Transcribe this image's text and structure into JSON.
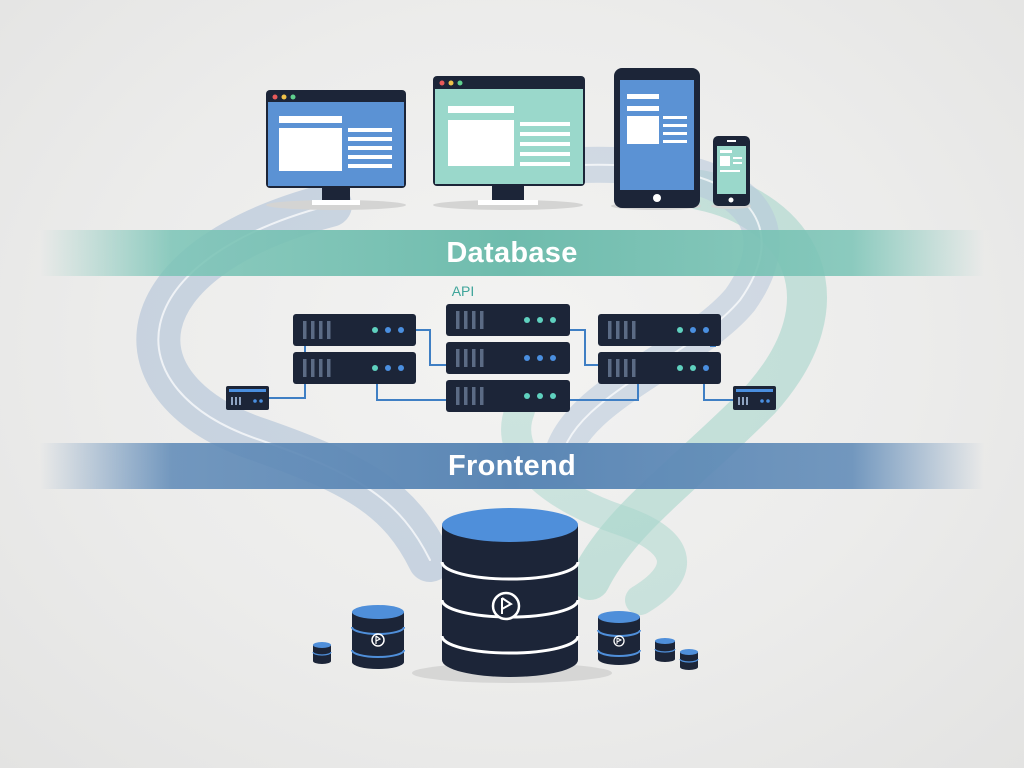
{
  "bands": {
    "top_label": "Database",
    "bottom_label": "Frontend"
  },
  "api_label": "API",
  "colors": {
    "background": "#ececeb",
    "band_top": "#6fbcad",
    "band_bottom": "#5b87b5",
    "dark_navy": "#1c2538",
    "blue_screen": "#5b92d4",
    "teal_screen": "#9ad8cb",
    "accent_blue": "#4a8fe0",
    "accent_teal": "#5fd1bf",
    "connector": "#3f7fc4",
    "flow_blue": "#a9bed6",
    "flow_teal": "#a6d6cc"
  },
  "icons": {
    "devices": [
      "desktop-monitor-icon",
      "desktop-monitor-icon",
      "tablet-icon",
      "smartphone-icon"
    ],
    "servers": [
      "server-rack-icon",
      "server-rack-icon",
      "server-rack-icon",
      "small-server-icon",
      "small-server-icon"
    ],
    "storage": [
      "database-cylinder-icon",
      "database-cylinder-icon",
      "database-cylinder-icon",
      "database-cylinder-icon",
      "database-cylinder-icon",
      "database-cylinder-icon"
    ]
  }
}
